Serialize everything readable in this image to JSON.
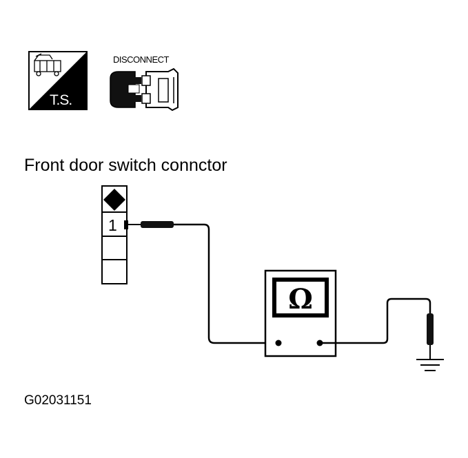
{
  "diagram": {
    "ts_icon": {
      "label": "T.S."
    },
    "disconnect_icon": {
      "label": "DISCONNECT"
    },
    "title": "Front door switch connctor",
    "connector": {
      "pin_label": "1"
    },
    "ohmmeter": {
      "symbol": "Ω"
    },
    "figure_code": "G02031151"
  }
}
